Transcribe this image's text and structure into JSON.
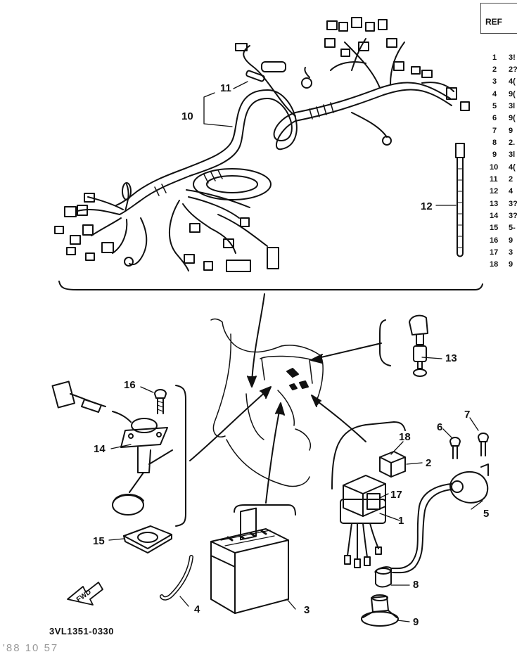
{
  "ref_table": {
    "header": "REF",
    "rows": [
      {
        "num": "1",
        "code": "3!"
      },
      {
        "num": "2",
        "code": "2?"
      },
      {
        "num": "3",
        "code": "4("
      },
      {
        "num": "4",
        "code": "9("
      },
      {
        "num": "5",
        "code": "3l"
      },
      {
        "num": "6",
        "code": "9("
      },
      {
        "num": "7",
        "code": "9"
      },
      {
        "num": "8",
        "code": "2."
      },
      {
        "num": "9",
        "code": "3l"
      },
      {
        "num": "10",
        "code": "4("
      },
      {
        "num": "11",
        "code": "2"
      },
      {
        "num": "12",
        "code": "4"
      },
      {
        "num": "13",
        "code": "3?"
      },
      {
        "num": "14",
        "code": "3?"
      },
      {
        "num": "15",
        "code": "5-"
      },
      {
        "num": "16",
        "code": "9"
      },
      {
        "num": "17",
        "code": "3"
      },
      {
        "num": "18",
        "code": "9"
      }
    ]
  },
  "callouts": {
    "c1": "1",
    "c2": "2",
    "c3": "3",
    "c4": "4",
    "c5": "5",
    "c6": "6",
    "c7": "7",
    "c8": "8",
    "c9": "9",
    "c10": "10",
    "c11": "11",
    "c12": "12",
    "c13": "13",
    "c14": "14",
    "c15": "15",
    "c16": "16",
    "c17": "17",
    "c18": "18"
  },
  "diagram_code": "3VL1351-0330",
  "fwd_label": "FWD",
  "stamp_text": "'88 10 57"
}
